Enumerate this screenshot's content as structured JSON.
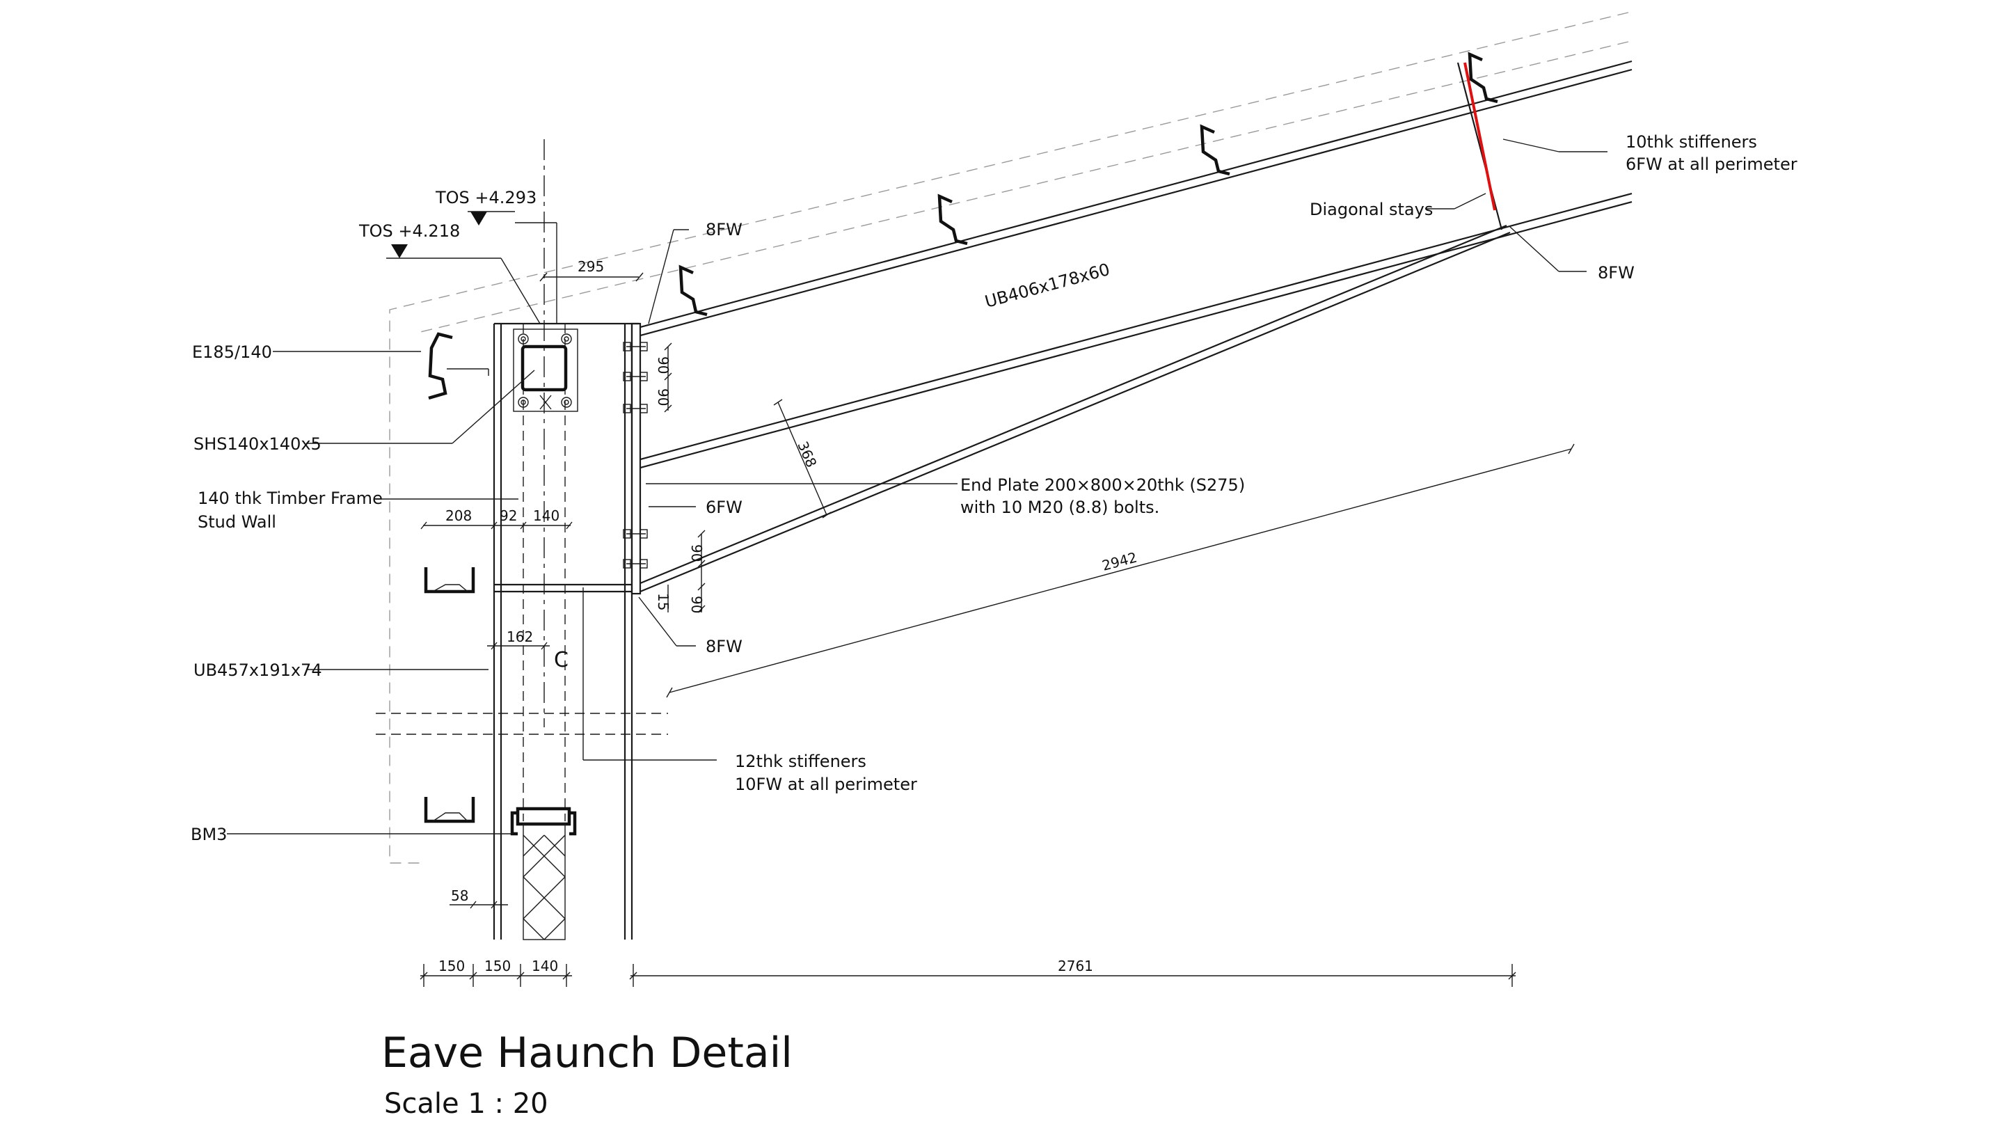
{
  "title": "Eave Haunch Detail",
  "scale": "Scale 1 : 20",
  "levels": {
    "tos_upper": "TOS +4.293",
    "tos_lower": "TOS +4.218"
  },
  "labels": {
    "purlin": "E185/140",
    "shs": "SHS140x140x5",
    "timber_wall_l1": "140 thk Timber Frame",
    "timber_wall_l2": "Stud Wall",
    "column": "UB457x191x74",
    "bm3": "BM3",
    "rafter": "UB406x178x60",
    "fw8_top": "8FW",
    "fw6": "6FW",
    "fw8_bottom": "8FW",
    "fw8_right": "8FW",
    "endplate_l1": "End Plate 200×800×20thk (S275)",
    "endplate_l2": "with 10 M20 (8.8) bolts.",
    "stiff12_l1": "12thk stiffeners",
    "stiff12_l2": "10FW at all perimeter",
    "stiff10_l1": "10thk stiffeners",
    "stiff10_l2": "6FW at all perimeter",
    "diagonal_stays": "Diagonal stays",
    "centreline": "C"
  },
  "dimensions": {
    "d295": "295",
    "d208": "208",
    "d92": "92",
    "d140a": "140",
    "d162": "162",
    "d58": "58",
    "d90a": "90",
    "d90b": "90",
    "d90c": "90",
    "d90d": "90",
    "d15": "15",
    "d368": "368",
    "d2942": "2942",
    "d150a": "150",
    "d150b": "150",
    "d140b": "140",
    "d2761": "2761"
  }
}
